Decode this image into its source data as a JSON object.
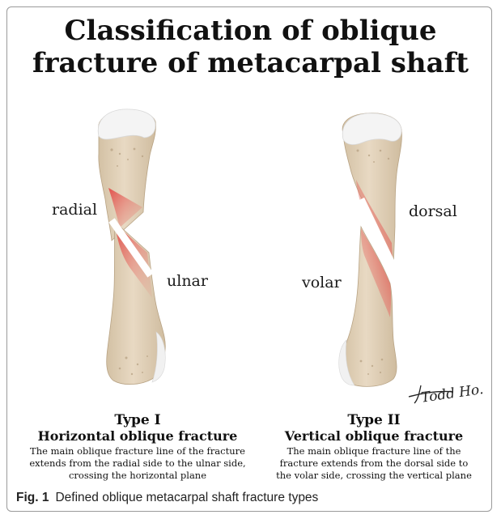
{
  "title": {
    "line1": "Classification of oblique",
    "line2": "fracture of metacarpal shaft"
  },
  "left_panel": {
    "label_top": "radial",
    "label_bottom": "ulnar",
    "type_name": "Type I",
    "type_title": "Horizontal oblique fracture",
    "description_lines": [
      "The main oblique fracture line of the fracture",
      "extends from the radial side to the ulnar side,",
      "crossing the horizontal plane"
    ]
  },
  "right_panel": {
    "label_top": "dorsal",
    "label_bottom": "volar",
    "type_name": "Type II",
    "type_title": "Vertical oblique fracture",
    "description_lines": [
      "The main oblique fracture line of the",
      "fracture extends from the dorsal side to",
      "the volar side, crossing the vertical plane"
    ]
  },
  "signature_text": "Todd Ho.",
  "caption": {
    "label": "Fig. 1",
    "text": "Defined oblique metacarpal shaft fracture types"
  },
  "colors": {
    "bone": "#e5d5bf",
    "bone_shade": "#cdb99c",
    "cartilage": "#f2f2f2",
    "fracture_red": "#d9383a"
  }
}
